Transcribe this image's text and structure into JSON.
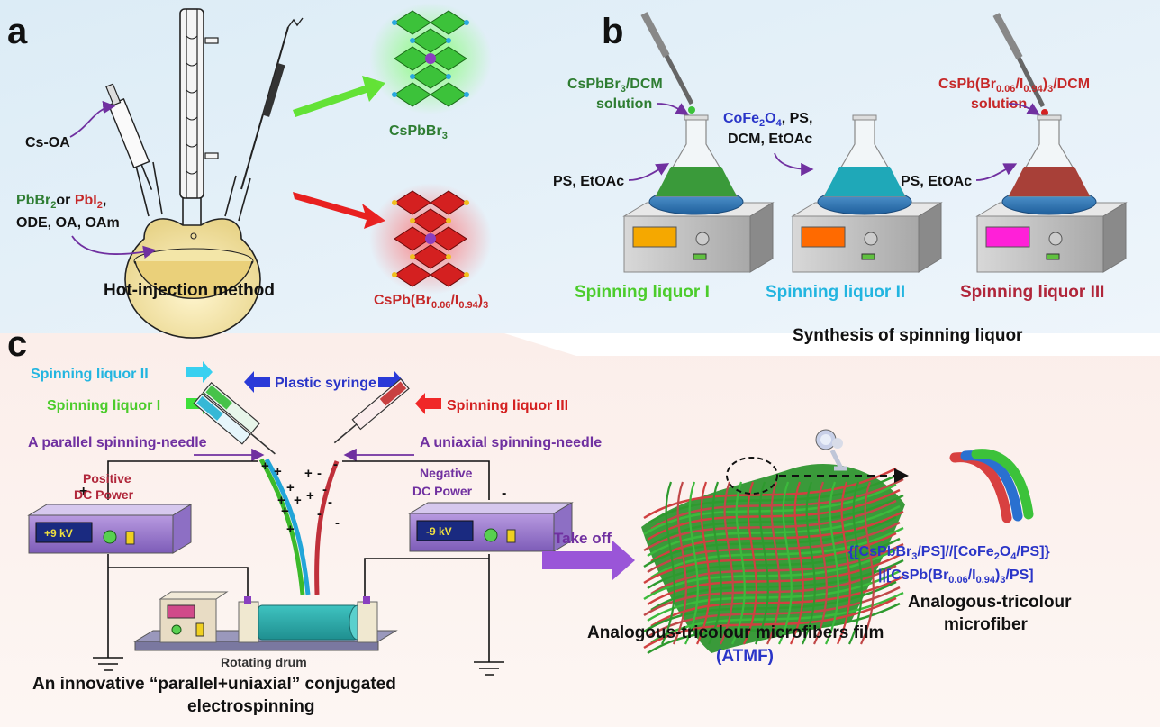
{
  "panel_a": {
    "letter": "a",
    "cs_oa": "Cs-OA",
    "pbbr2": "PbBr",
    "or": "or",
    "pbi2": "PbI",
    "sub2": "2",
    "reagents": "ODE, OA, OAm",
    "method": "Hot-injection method",
    "green_product": "CsPbBr",
    "green_sub": "3",
    "red_product_a": "CsPb(Br",
    "red_sub1": "0.06",
    "red_product_b": "/I",
    "red_sub2": "0.94",
    "red_product_c": ")",
    "red_sub3": "3"
  },
  "panel_b": {
    "letter": "b",
    "sol1_a": "CsPbBr",
    "sol1_sub": "3",
    "sol1_b": "/DCM",
    "sol1_c": "solution",
    "ps1": "PS, EtOAc",
    "cofe_a": "CoFe",
    "cofe_sub1": "2",
    "cofe_b": "O",
    "cofe_sub2": "4",
    "cofe_c": ", PS,",
    "cofe_d": "DCM, EtOAc",
    "ps3": "PS, EtOAc",
    "sol3_a": "CsPb(Br",
    "sol3_sub1": "0.06",
    "sol3_b": "/I",
    "sol3_sub2": "0.94",
    "sol3_c": ")",
    "sol3_sub3": "3",
    "sol3_d": "/DCM",
    "sol3_e": "solution",
    "liquor1": "Spinning liquor I",
    "liquor2": "Spinning liquor II",
    "liquor3": "Spinning liquor III",
    "caption": "Synthesis of spinning liquor"
  },
  "panel_c": {
    "letter": "c",
    "liquor2": "Spinning liquor II",
    "liquor1": "Spinning liquor I",
    "plastic_syringe": "Plastic syringe",
    "liquor3": "Spinning liquor III",
    "parallel_needle": "A parallel  spinning-needle",
    "uniaxial_needle": "A uniaxial  spinning-needle",
    "positive_a": "Positive",
    "positive_b": "DC Power",
    "negative_a": "Negative",
    "negative_b": "DC Power",
    "plus": "+",
    "minus": "-",
    "pos_kv": "+9 kV",
    "neg_kv": "-9 kV",
    "rotating_drum": "Rotating drum",
    "take_off": "Take off",
    "caption_a": "An innovative “parallel+uniaxial” conjugated",
    "caption_b": "electrospinning",
    "film_a": "Analogous-tricolour microfibers film",
    "film_b": "(ATMF)",
    "formula_l1a": "{[CsPbBr",
    "formula_l1s1": "3",
    "formula_l1b": "/PS]//[CoFe",
    "formula_l1s2": "2",
    "formula_l1c": "O",
    "formula_l1s3": "4",
    "formula_l1d": "/PS]}",
    "formula_l2a": "||[CsPb(Br",
    "formula_l2s1": "0.06",
    "formula_l2b": "/I",
    "formula_l2s2": "0.94",
    "formula_l2c": ")",
    "formula_l2s3": "3",
    "formula_l2d": "/PS]",
    "fiber_a": "Analogous-tricolour",
    "fiber_b": "microfiber"
  },
  "colors": {
    "green": "#3cba2a",
    "red": "#d42020",
    "blue_label": "#2a35c8",
    "cyan": "#22b5e0",
    "purple": "#7030a0",
    "dark_red": "#b0263a"
  }
}
